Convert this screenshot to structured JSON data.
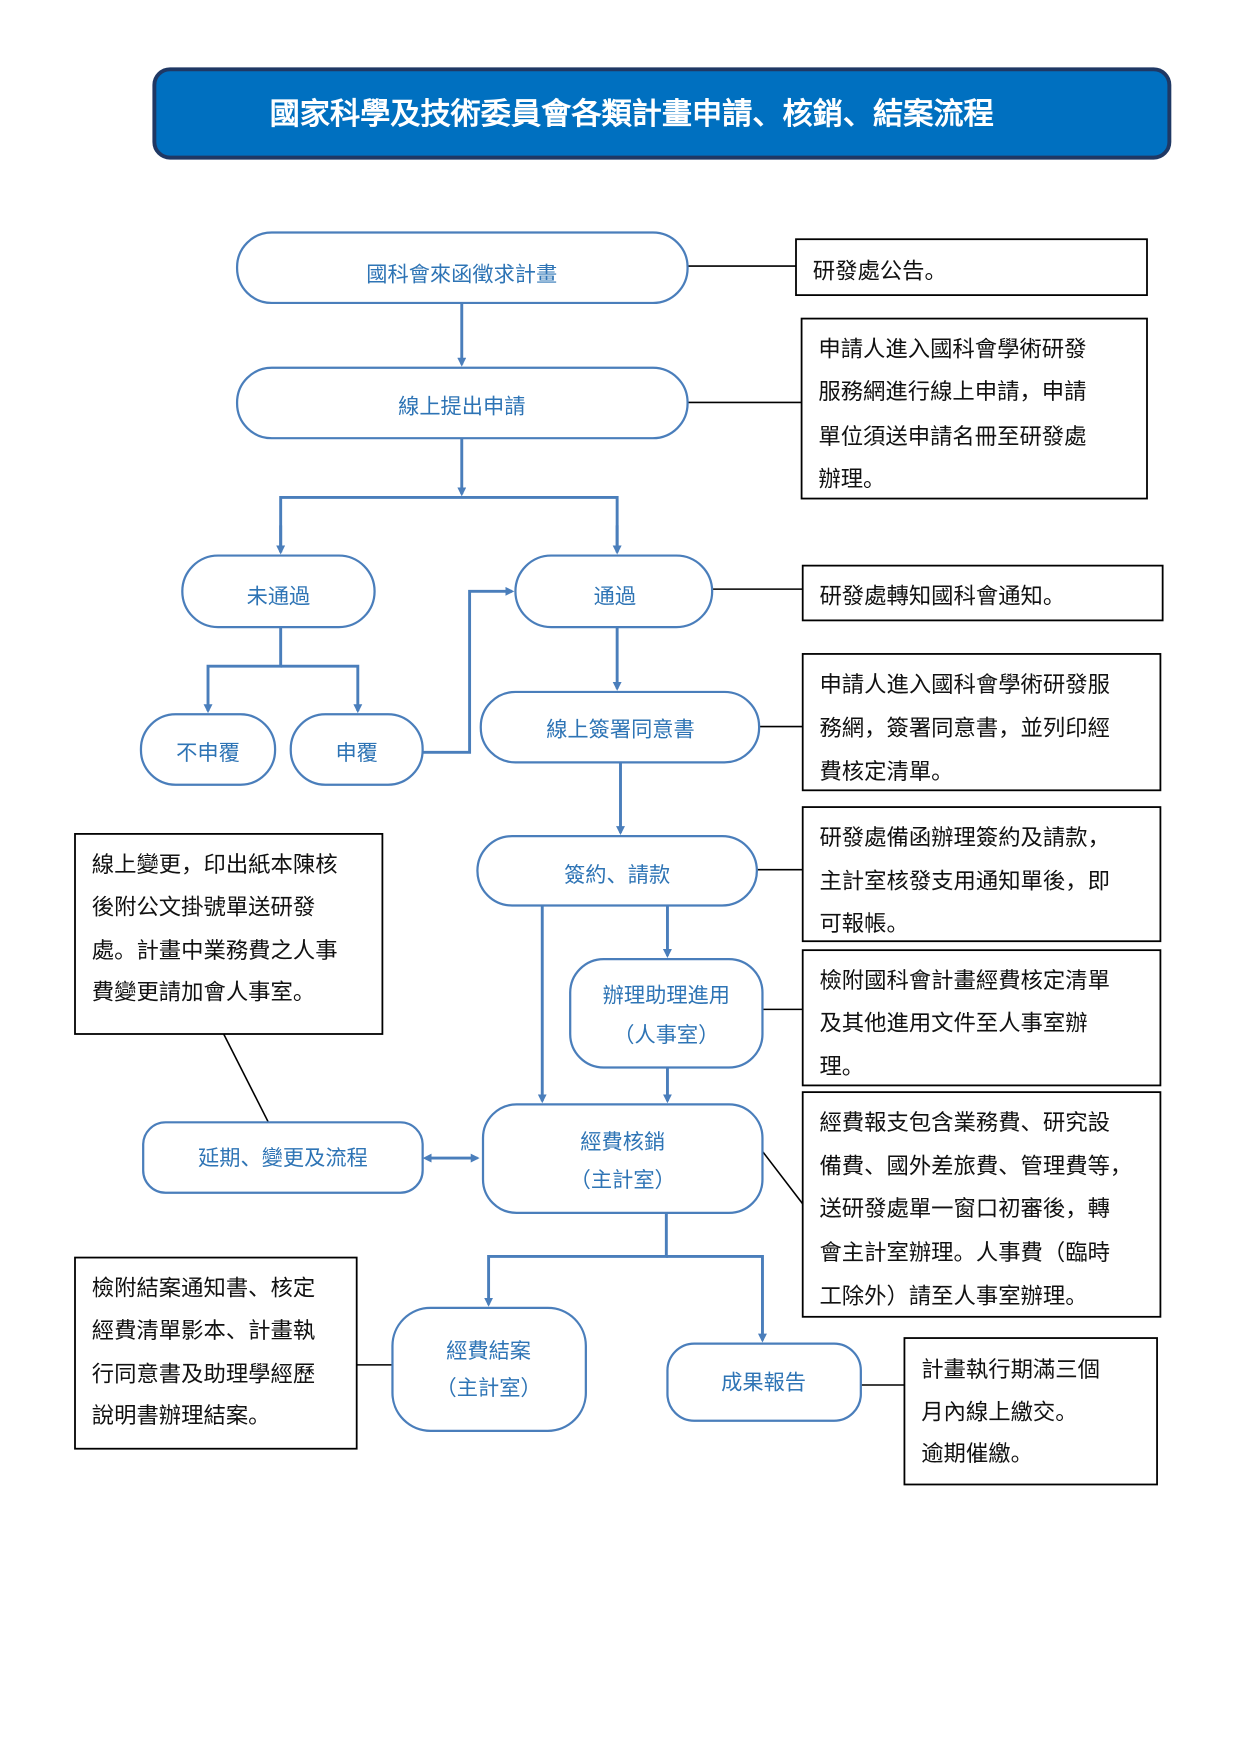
{
  "title": "國家科學及技術委員會各類計畫申請、核銷、結案流程",
  "colors": {
    "title_fill": "#0070c0",
    "title_border": "#1f3864",
    "node_border": "#4a7ebb",
    "node_text": "#2e74b5",
    "note_border": "#000000"
  },
  "nodes": {
    "call": "國科會來函徵求計畫",
    "apply": "線上提出申請",
    "fail": "未通過",
    "pass": "通過",
    "no_appeal": "不申覆",
    "appeal": "申覆",
    "consent": "線上簽署同意書",
    "contract": "簽約、請款",
    "assistant": [
      "辦理助理進用",
      "（人事室）"
    ],
    "reimburse": [
      "經費核銷",
      "（主計室）"
    ],
    "extension": "延期、變更及流程",
    "closing": [
      "經費結案",
      "（主計室）"
    ],
    "report": "成果報告"
  },
  "notes": {
    "announce": [
      "研發處公告。"
    ],
    "apply": [
      "申請人進入國科會學術研發",
      "服務網進行線上申請，申請",
      "單位須送申請名冊至研發處",
      "辦理。"
    ],
    "notify": [
      "研發處轉知國科會通知。"
    ],
    "consent": [
      "申請人進入國科會學術研發服",
      "務網，簽署同意書，並列印經",
      "費核定清單。"
    ],
    "contract": [
      "研發處備函辦理簽約及請款，",
      "主計室核發支用通知單後，即",
      "可報帳。"
    ],
    "assistant": [
      "檢附國科會計畫經費核定清單",
      "及其他進用文件至人事室辦",
      "理。"
    ],
    "reimburse": [
      "經費報支包含業務費、研究設",
      "備費、國外差旅費、管理費等，",
      "送研發處單一窗口初審後，轉",
      "會主計室辦理。人事費（臨時",
      "工除外）請至人事室辦理。"
    ],
    "change": [
      "線上變更，印出紙本陳核",
      "後附公文掛號單送研發",
      "處。計畫中業務費之人事",
      "費變更請加會人事室。"
    ],
    "closing": [
      "檢附結案通知書、核定",
      "經費清單影本、計畫執",
      "行同意書及助理學經歷",
      "說明書辦理結案。"
    ],
    "report": [
      "計畫執行期滿三個",
      "月內線上繳交。",
      "逾期催繳。"
    ]
  }
}
